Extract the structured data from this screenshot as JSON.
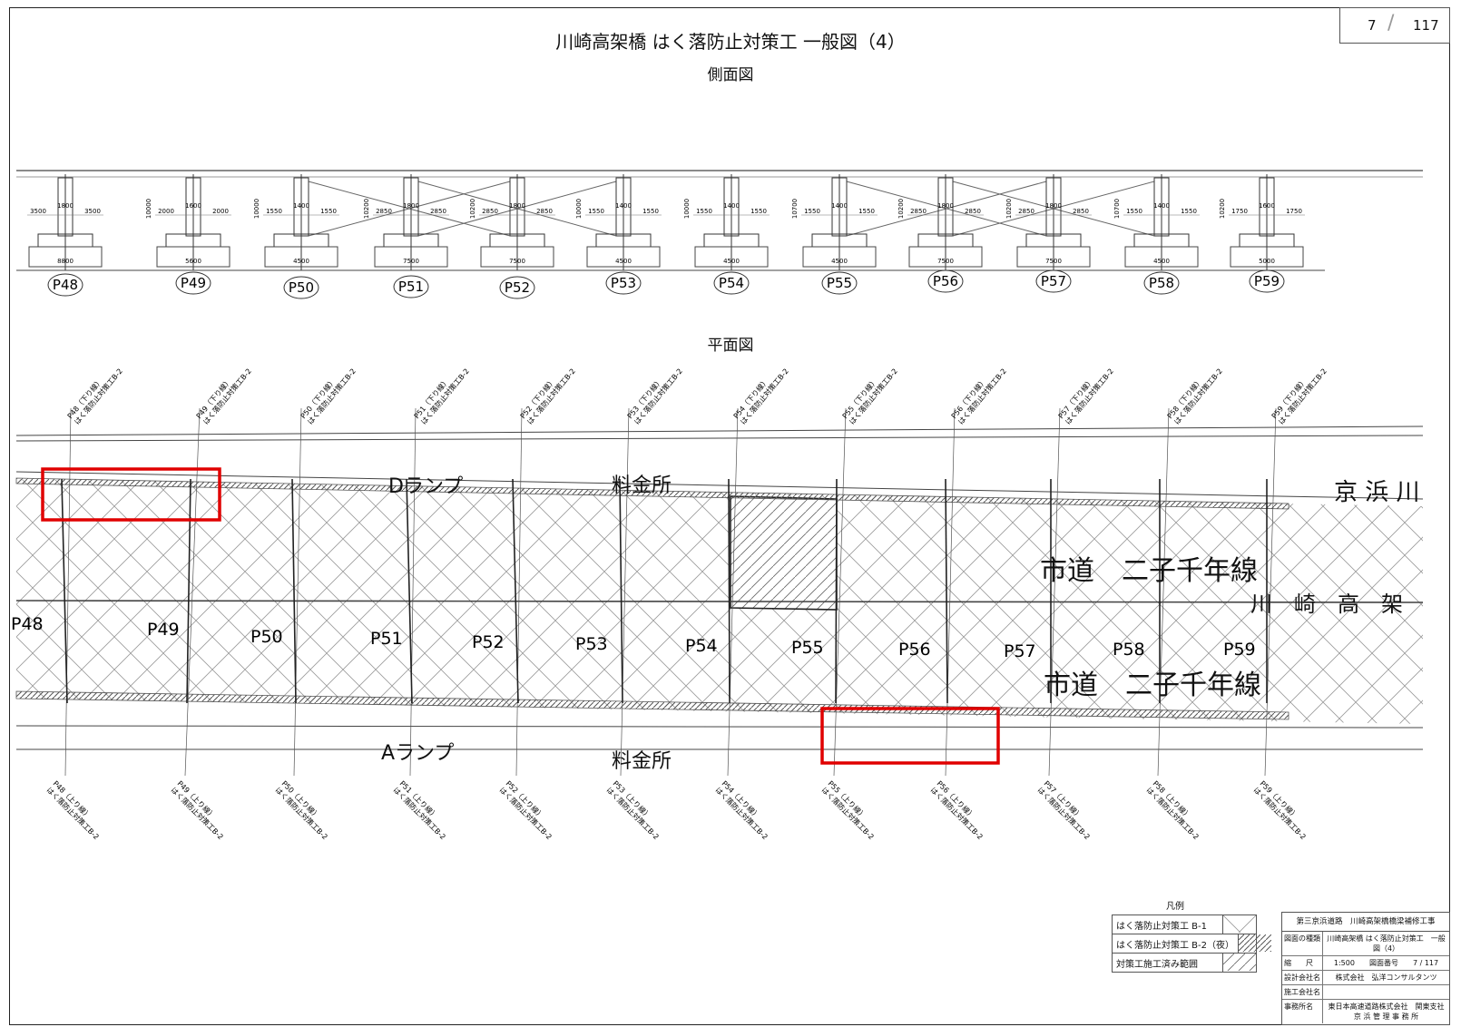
{
  "page": {
    "number": "7",
    "total": "117"
  },
  "title": "川崎高架橋 はく落防止対策工 一般図（4）",
  "side_view_label": "側面図",
  "plan_view_label": "平面図",
  "piers": [
    {
      "id": "P48",
      "dims": [
        "3500",
        "1800",
        "3500"
      ],
      "base": "8800",
      "height": ""
    },
    {
      "id": "P49",
      "dims": [
        "2000",
        "1600",
        "2000"
      ],
      "base": "5600",
      "height": "10000"
    },
    {
      "id": "P50",
      "dims": [
        "1550",
        "1400",
        "1550"
      ],
      "base": "4500",
      "height": "10000"
    },
    {
      "id": "P51",
      "dims": [
        "2850",
        "1800",
        "2850"
      ],
      "base": "7500",
      "height": "10200"
    },
    {
      "id": "P52",
      "dims": [
        "2850",
        "1800",
        "2850"
      ],
      "base": "7500",
      "height": "10200"
    },
    {
      "id": "P53",
      "dims": [
        "1550",
        "1400",
        "1550"
      ],
      "base": "4500",
      "height": "10000"
    },
    {
      "id": "P54",
      "dims": [
        "1550",
        "1400",
        "1550"
      ],
      "base": "4500",
      "height": "10000"
    },
    {
      "id": "P55",
      "dims": [
        "1550",
        "1400",
        "1550"
      ],
      "base": "4500",
      "height": "10700"
    },
    {
      "id": "P56",
      "dims": [
        "2850",
        "1800",
        "2850"
      ],
      "base": "7500",
      "height": "10200"
    },
    {
      "id": "P57",
      "dims": [
        "2850",
        "1800",
        "2850"
      ],
      "base": "7500",
      "height": "10200"
    },
    {
      "id": "P58",
      "dims": [
        "1550",
        "1400",
        "1550"
      ],
      "base": "4500",
      "height": "10700"
    },
    {
      "id": "P59",
      "dims": [
        "1750",
        "1600",
        "1750"
      ],
      "base": "5000",
      "height": "10200"
    }
  ],
  "plan_callouts_upper": [
    "P48（下り線）はく落防止対策工B-2",
    "P49（下り線）はく落防止対策工B-2",
    "P50（下り線）はく落防止対策工B-2",
    "P51（下り線）はく落防止対策工B-2",
    "P52（下り線）はく落防止対策工B-2",
    "P53（下り線）はく落防止対策工B-2",
    "P54（下り線）はく落防止対策工B-2",
    "P55（下り線）はく落防止対策工B-2",
    "P56（下り線）はく落防止対策工B-2",
    "P57（下り線）はく落防止対策工B-2",
    "P58（下り線）はく落防止対策工B-2",
    "P59（下り線）はく落防止対策工B-2"
  ],
  "plan_callouts_lower": [
    "P48（上り線）はく落防止対策工B-2",
    "P49（上り線）はく落防止対策工B-2",
    "P50（上り線）はく落防止対策工B-2",
    "P51（上り線）はく落防止対策工B-2",
    "P52（上り線）はく落防止対策工B-2",
    "P53（上り線）はく落防止対策工B-2",
    "P54（上り線）はく落防止対策工B-2",
    "P55（上り線）はく落防止対策工B-2",
    "P56（上り線）はく落防止対策工B-2",
    "P57（上り線）はく落防止対策工B-2",
    "P58（上り線）はく落防止対策工B-2",
    "P59（上り線）はく落防止対策工B-2"
  ],
  "plan_labels": {
    "d_ramp": "Dランプ",
    "a_ramp": "Aランプ",
    "toll_top": "料金所",
    "toll_bottom": "料金所",
    "keihin": "京 浜 川",
    "city_road_top": "市道　二子千年線",
    "city_road_bottom": "市道　二子千年線",
    "kawasaki_viaduct": "川　崎　高　架"
  },
  "legend": {
    "title": "凡例",
    "items": [
      {
        "label": "はく落防止対策工 B-1",
        "pattern": "crosshatch"
      },
      {
        "label": "はく落防止対策工 B-2（夜）",
        "pattern": "dense"
      },
      {
        "label": "対策工施工済み範囲",
        "pattern": "diagonal"
      }
    ]
  },
  "title_block": {
    "project": "第三京浜道路　川崎高架橋橋梁補修工事",
    "rows": [
      {
        "key": "図面の種類",
        "value": "川崎高架橋 はく落防止対策工　一般図（4）"
      },
      {
        "key": "縮　　尺",
        "value": "1:500　　図面番号　　7 / 117"
      },
      {
        "key": "設計会社名",
        "value": "株式会社　弘洋コンサルタンツ"
      },
      {
        "key": "施工会社名",
        "value": ""
      },
      {
        "key": "事務所名",
        "value": "東日本高速道路株式会社　関東支社 京 浜 管 理 事 務 所"
      }
    ]
  },
  "colors": {
    "highlight": "#e00000",
    "line": "#222222"
  }
}
